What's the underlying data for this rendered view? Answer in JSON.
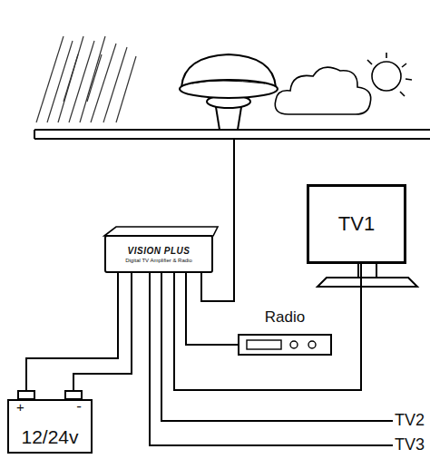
{
  "diagram": {
    "nodes": [
      {
        "text": [
          "VISION PLUS",
          "Digital TV Amplifier & Radio"
        ]
      },
      {
        "text": [
          "TV1"
        ]
      },
      {
        "text": [
          "Radio"
        ]
      },
      {
        "text": [
          "+",
          "-",
          "12/24v"
        ]
      }
    ],
    "edges": [
      {
        "from": 0,
        "to": 1,
        "arrow": "none"
      },
      {
        "from": 0,
        "to": 2,
        "arrow": "none"
      },
      {
        "from": 0,
        "to": 3,
        "arrow": "none"
      },
      {
        "from": 0,
        "to": 3,
        "arrow": "none"
      }
    ],
    "labels": [
      "TV2",
      "TV3"
    ]
  }
}
